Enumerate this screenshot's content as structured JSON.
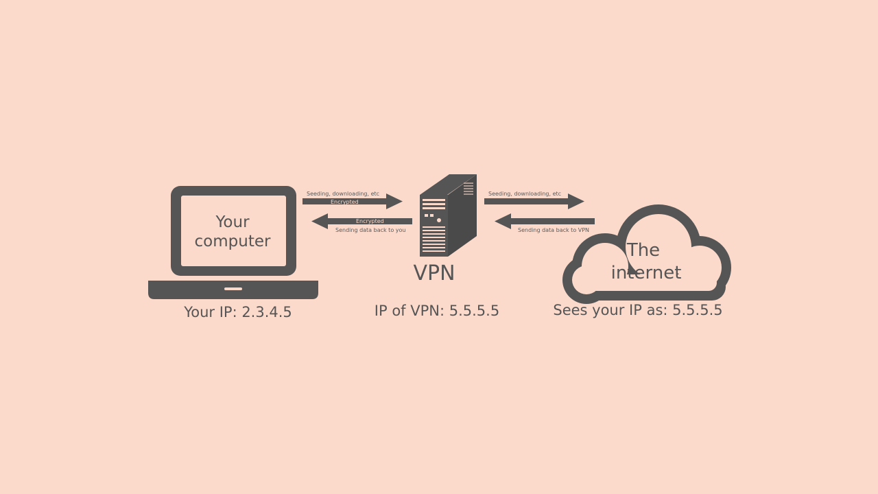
{
  "laptop": {
    "label_line1": "Your",
    "label_line2": "computer",
    "caption": "Your IP: 2.3.4.5"
  },
  "vpn": {
    "label": "VPN",
    "caption": "IP of VPN: 5.5.5.5"
  },
  "internet": {
    "label_line1": "The",
    "label_line2": "internet",
    "caption": "Sees your IP as: 5.5.5.5"
  },
  "arrows": {
    "laptop_to_vpn": {
      "top_text": "Seeding, downloading, etc",
      "on_arrow_text": "Encrypted"
    },
    "vpn_to_laptop": {
      "on_arrow_text": "Encrypted",
      "bottom_text": "Sending data back to you"
    },
    "vpn_to_internet": {
      "top_text": "Seeding, downloading, etc"
    },
    "internet_to_vpn": {
      "bottom_text": "Sending data back to VPN"
    }
  },
  "colors": {
    "background": "#fcdacb",
    "icon": "#555555"
  }
}
